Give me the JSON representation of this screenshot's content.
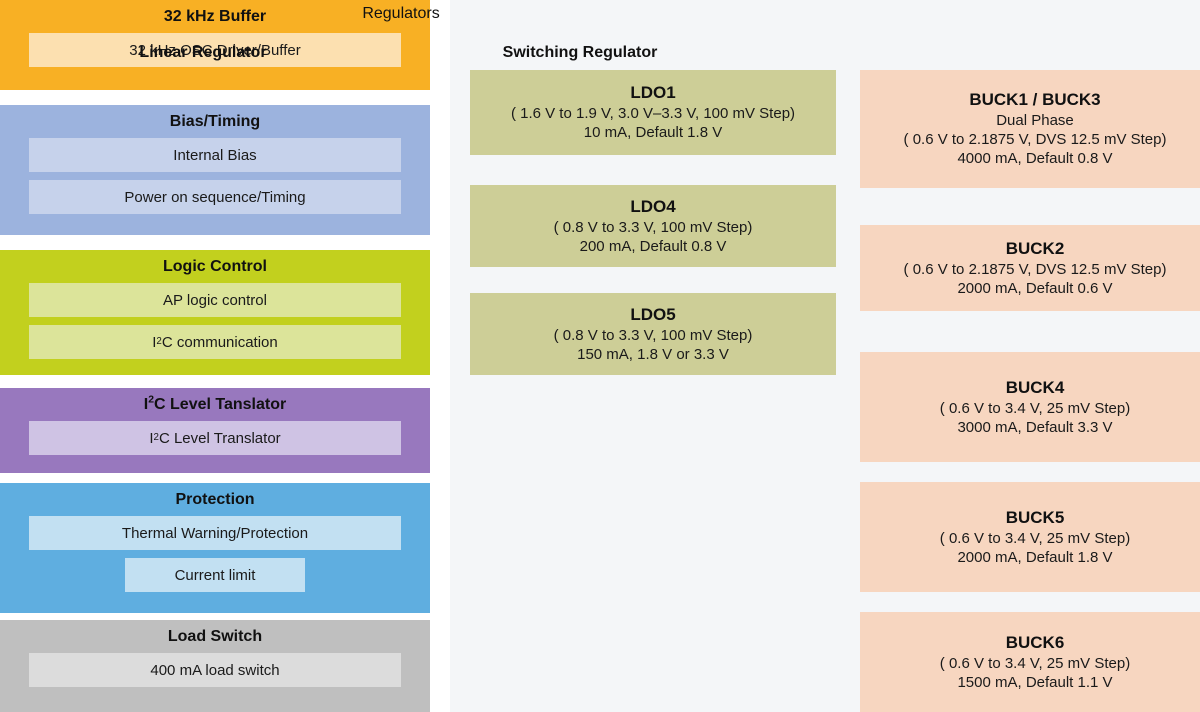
{
  "left_blocks": [
    {
      "title": "32 kHz Buffer",
      "outer_color": "#F8B024",
      "inner_color": "#FCE0B0",
      "items": [
        {
          "label": "32 kHz OSC Driver/Buffer",
          "width": "full"
        }
      ]
    },
    {
      "title": "Bias/Timing",
      "outer_color": "#9CB3DE",
      "inner_color": "#C6D2EB",
      "items": [
        {
          "label": "Internal Bias",
          "width": "full"
        },
        {
          "label": "Power on sequence/Timing",
          "width": "full"
        }
      ]
    },
    {
      "title": "Logic Control",
      "outer_color": "#C2D01E",
      "inner_color": "#DCE49A",
      "items": [
        {
          "label": "AP logic control",
          "width": "full"
        },
        {
          "label": "I<sup>2</sup>C communication",
          "width": "full",
          "html": true
        }
      ]
    },
    {
      "title": "I<sup>2</sup>C Level Tanslator",
      "title_html": true,
      "outer_color": "#9878BE",
      "inner_color": "#CFC3E4",
      "items": [
        {
          "label": "I<sup>2</sup>C Level Translator",
          "width": "full",
          "html": true
        }
      ]
    },
    {
      "title": "Protection",
      "outer_color": "#5FAEE0",
      "inner_color": "#C2E0F2",
      "items": [
        {
          "label": "Thermal Warning/Protection",
          "width": "full"
        },
        {
          "label": "Current limit",
          "width": "narrow"
        }
      ]
    },
    {
      "title": "Load Switch",
      "outer_color": "#BFBFBF",
      "inner_color": "#DCDCDC",
      "items": [
        {
          "label": "400 mA load switch",
          "width": "full"
        }
      ]
    }
  ],
  "regulators": {
    "panel_title": "Regulators",
    "panel_bg": "#f4f6f8",
    "columns": [
      {
        "label": "Linear Regulator",
        "block_color": "#CDCE97",
        "blocks": [
          {
            "name": "LDO1",
            "lines": [
              "( 1.6 V to 1.9 V, 3.0 V–3.3 V, 100 mV Step)",
              "10 mA, Default 1.8 V"
            ]
          },
          {
            "name": "LDO4",
            "lines": [
              "( 0.8 V to 3.3 V, 100 mV Step)",
              "200 mA, Default 0.8 V"
            ]
          },
          {
            "name": "LDO5",
            "lines": [
              "( 0.8 V to 3.3 V, 100 mV Step)",
              "150 mA, 1.8 V or 3.3 V"
            ]
          }
        ]
      },
      {
        "label": "Switching Regulator",
        "block_color": "#F7D6C0",
        "blocks": [
          {
            "name": "BUCK1 / BUCK3",
            "lines": [
              "Dual Phase",
              "( 0.6 V to 2.1875 V, DVS 12.5 mV Step)",
              "4000 mA, Default 0.8 V"
            ]
          },
          {
            "name": "BUCK2",
            "lines": [
              "( 0.6 V to 2.1875 V, DVS 12.5 mV Step)",
              "2000 mA, Default 0.6 V"
            ]
          },
          {
            "name": "BUCK4",
            "lines": [
              "( 0.6 V to 3.4 V, 25 mV Step)",
              "3000 mA, Default 3.3 V"
            ]
          },
          {
            "name": "BUCK5",
            "lines": [
              "( 0.6 V to 3.4 V, 25 mV Step)",
              "2000 mA, Default 1.8 V"
            ]
          },
          {
            "name": "BUCK6",
            "lines": [
              "( 0.6 V to 3.4 V, 25 mV Step)",
              "1500 mA, Default 1.1 V"
            ]
          }
        ]
      }
    ]
  }
}
